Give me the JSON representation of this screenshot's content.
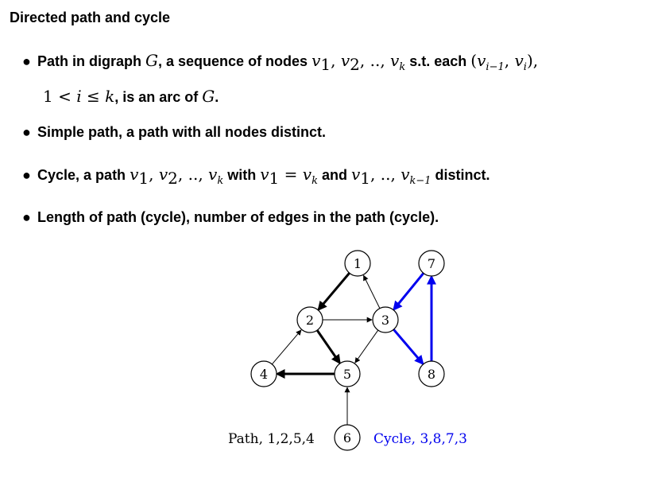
{
  "title": "Directed path and cycle",
  "bullets": {
    "path_intro": "Path in digraph ",
    "G": "G",
    "path_mid": ", a sequence of nodes ",
    "v1": "v",
    "s1": "1",
    "v2": "v",
    "s2": "2",
    "dots": "..",
    "vk": "v",
    "sk": "k",
    "st_each": " s.t. each ",
    "vi1": "v",
    "si1": "i−1",
    "vi": "v",
    "si": "i",
    "ineq_a": "1 < ",
    "ineq_i": "i",
    "ineq_b": " ≤ ",
    "ineq_k": "k",
    "arc_text": ", is an arc of ",
    "G2": "G",
    "period": ".",
    "simple": "Simple path, a path with all nodes distinct.",
    "cycle_a": "Cycle, a path ",
    "cycle_with": " with ",
    "cycle_and": " and ",
    "cycle_distinct": " distinct.",
    "km1": "k−1",
    "length": "Length of path (cycle), number of edges in the path (cycle)."
  },
  "diagram": {
    "nodes": [
      {
        "id": "1"
      },
      {
        "id": "2"
      },
      {
        "id": "3"
      },
      {
        "id": "4"
      },
      {
        "id": "5"
      },
      {
        "id": "6"
      },
      {
        "id": "7"
      },
      {
        "id": "8"
      }
    ],
    "edges": [
      {
        "from": "1",
        "to": "2",
        "style": "path"
      },
      {
        "from": "2",
        "to": "5",
        "style": "path"
      },
      {
        "from": "5",
        "to": "4",
        "style": "path"
      },
      {
        "from": "4",
        "to": "2",
        "style": "normal"
      },
      {
        "from": "2",
        "to": "3",
        "style": "normal"
      },
      {
        "from": "3",
        "to": "1",
        "style": "normal"
      },
      {
        "from": "3",
        "to": "5",
        "style": "normal"
      },
      {
        "from": "6",
        "to": "5",
        "style": "normal"
      },
      {
        "from": "3",
        "to": "8",
        "style": "cycle"
      },
      {
        "from": "8",
        "to": "7",
        "style": "cycle"
      },
      {
        "from": "7",
        "to": "3",
        "style": "cycle"
      }
    ],
    "path_caption": "Path, 1,2,5,4",
    "cycle_caption": "Cycle, 3,8,7,3",
    "colors": {
      "path": "#000000",
      "cycle": "#0000ee",
      "normal": "#000000"
    }
  }
}
